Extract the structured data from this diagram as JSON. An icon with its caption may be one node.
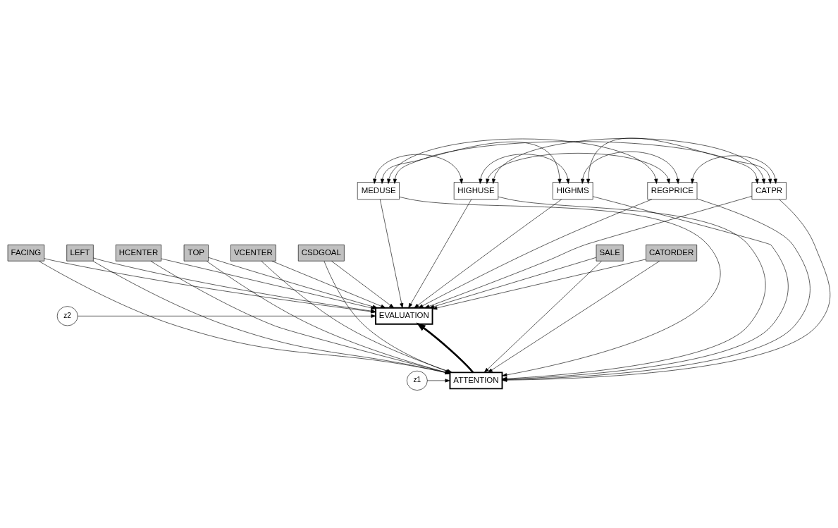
{
  "diagram": {
    "nodes": [
      {
        "text": [
          "FACING"
        ]
      },
      {
        "text": [
          "LEFT"
        ]
      },
      {
        "text": [
          "HCENTER"
        ]
      },
      {
        "text": [
          "TOP"
        ]
      },
      {
        "text": [
          "VCENTER"
        ]
      },
      {
        "text": [
          "CSDGOAL"
        ]
      },
      {
        "text": [
          "SALE"
        ]
      },
      {
        "text": [
          "CATORDER"
        ]
      },
      {
        "text": [
          "MEDUSE"
        ]
      },
      {
        "text": [
          "HIGHUSE"
        ]
      },
      {
        "text": [
          "HIGHMS"
        ]
      },
      {
        "text": [
          "REGPRICE"
        ]
      },
      {
        "text": [
          "CATPR"
        ]
      },
      {
        "text": [
          "ATTENTION"
        ]
      },
      {
        "text": [
          "EVALUATION"
        ]
      },
      {
        "text": [
          "z1"
        ]
      },
      {
        "text": [
          "z2"
        ]
      }
    ],
    "edges": [
      {
        "from": 0,
        "to": 13,
        "arrow": "to"
      },
      {
        "from": 0,
        "to": 14,
        "arrow": "to"
      },
      {
        "from": 1,
        "to": 13,
        "arrow": "to"
      },
      {
        "from": 1,
        "to": 14,
        "arrow": "to"
      },
      {
        "from": 2,
        "to": 13,
        "arrow": "to"
      },
      {
        "from": 2,
        "to": 14,
        "arrow": "to"
      },
      {
        "from": 3,
        "to": 13,
        "arrow": "to"
      },
      {
        "from": 3,
        "to": 14,
        "arrow": "to"
      },
      {
        "from": 4,
        "to": 13,
        "arrow": "to"
      },
      {
        "from": 4,
        "to": 14,
        "arrow": "to"
      },
      {
        "from": 5,
        "to": 13,
        "arrow": "to"
      },
      {
        "from": 5,
        "to": 14,
        "arrow": "to"
      },
      {
        "from": 6,
        "to": 13,
        "arrow": "to"
      },
      {
        "from": 6,
        "to": 14,
        "arrow": "to"
      },
      {
        "from": 7,
        "to": 13,
        "arrow": "to"
      },
      {
        "from": 7,
        "to": 14,
        "arrow": "to"
      },
      {
        "from": 8,
        "to": 13,
        "arrow": "to"
      },
      {
        "from": 8,
        "to": 14,
        "arrow": "to"
      },
      {
        "from": 9,
        "to": 13,
        "arrow": "to"
      },
      {
        "from": 9,
        "to": 14,
        "arrow": "to"
      },
      {
        "from": 10,
        "to": 13,
        "arrow": "to"
      },
      {
        "from": 10,
        "to": 14,
        "arrow": "to"
      },
      {
        "from": 11,
        "to": 13,
        "arrow": "to"
      },
      {
        "from": 11,
        "to": 14,
        "arrow": "to"
      },
      {
        "from": 12,
        "to": 13,
        "arrow": "to"
      },
      {
        "from": 12,
        "to": 14,
        "arrow": "to"
      },
      {
        "from": 13,
        "to": 14,
        "arrow": "to",
        "style": "thick"
      },
      {
        "from": 15,
        "to": 13,
        "arrow": "to"
      },
      {
        "from": 16,
        "to": 14,
        "arrow": "to"
      },
      {
        "from": 8,
        "to": 9,
        "arrow": "both"
      },
      {
        "from": 8,
        "to": 10,
        "arrow": "both"
      },
      {
        "from": 8,
        "to": 11,
        "arrow": "both"
      },
      {
        "from": 8,
        "to": 12,
        "arrow": "both"
      },
      {
        "from": 9,
        "to": 10,
        "arrow": "both"
      },
      {
        "from": 9,
        "to": 11,
        "arrow": "both"
      },
      {
        "from": 9,
        "to": 12,
        "arrow": "both"
      },
      {
        "from": 10,
        "to": 11,
        "arrow": "both"
      },
      {
        "from": 10,
        "to": 12,
        "arrow": "both"
      },
      {
        "from": 11,
        "to": 12,
        "arrow": "both"
      }
    ]
  }
}
